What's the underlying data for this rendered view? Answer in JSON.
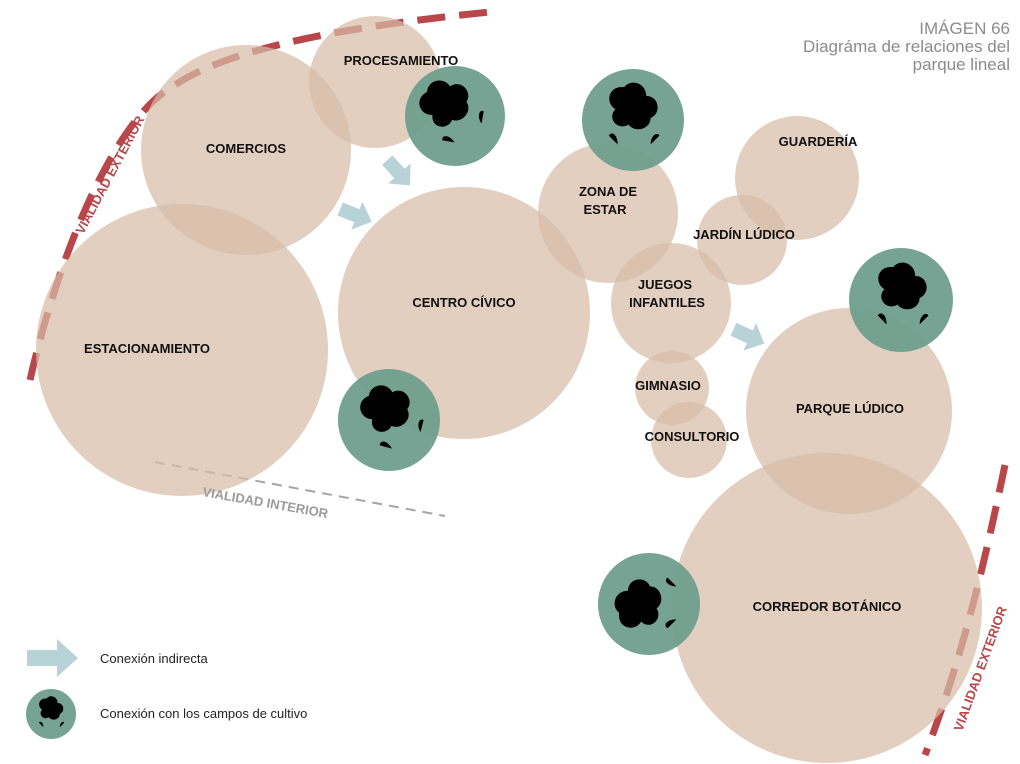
{
  "title": {
    "line1": "IMÁGEN 66",
    "line2": "Diagráma de relaciones del",
    "line3": "parque lineal"
  },
  "zones": {
    "procesamiento": "PROCESAMIENTO",
    "comercios": "COMERCIOS",
    "estacionamiento": "ESTACIONAMIENTO",
    "centro_civico": "CENTRO CÍVICO",
    "zona_de_estar_line1": "ZONA DE",
    "zona_de_estar_line2": "ESTAR",
    "guarderia": "GUARDERÍA",
    "jardin_ludico": "JARDÍN LÚDICO",
    "juegos_line1": "JUEGOS",
    "juegos_line2": "INFANTILES",
    "gimnasio": "GIMNASIO",
    "consultorio": "CONSULTORIO",
    "parque_ludico": "PARQUE LÚDICO",
    "corredor_botanico": "CORREDOR BOTÁNICO"
  },
  "roads": {
    "exterior_left": "VIALIDAD EXTERIOR",
    "exterior_right": "VIALIDAD EXTERIOR",
    "interior": "VIALIDAD INTERIOR"
  },
  "legend": {
    "indirect": "Conexión indirecta",
    "cultivation": "Conexión con los campos de cultivo"
  },
  "colors": {
    "zone_fill": "#d7bda7",
    "cultivation_green": "#6f9e8e",
    "arrow": "#b7d3d8",
    "exterior_road": "#b9474a",
    "interior_road": "#a5a5a5"
  },
  "icons": {
    "indirect_connection": "arrow-right-icon",
    "cultivation_connection": "tree-icon"
  }
}
